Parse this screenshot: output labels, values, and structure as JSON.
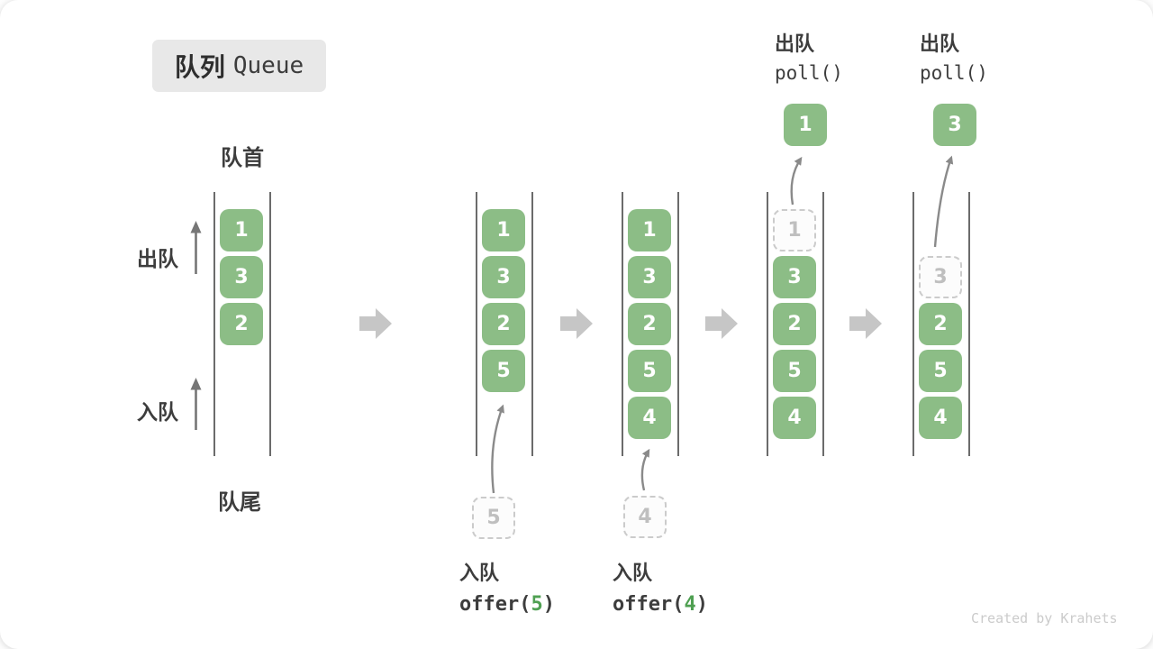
{
  "title": {
    "zh": "队列",
    "en": "Queue"
  },
  "labels": {
    "front": "队首",
    "rear": "队尾",
    "dequeue": "出队",
    "enqueue": "入队"
  },
  "poll_header": {
    "zh": "出队",
    "code": "poll()"
  },
  "enqueue_ops": [
    {
      "zh": "入队",
      "prefix": "offer(",
      "num": "5",
      "suffix": ")"
    },
    {
      "zh": "入队",
      "prefix": "offer(",
      "num": "4",
      "suffix": ")"
    }
  ],
  "watermark": "Created by Krahets",
  "columns": [
    {
      "cells": [
        {
          "slot": 1,
          "value": "1",
          "kind": "solid"
        },
        {
          "slot": 2,
          "value": "3",
          "kind": "solid"
        },
        {
          "slot": 3,
          "value": "2",
          "kind": "solid"
        }
      ]
    },
    {
      "cells": [
        {
          "slot": 1,
          "value": "1",
          "kind": "solid"
        },
        {
          "slot": 2,
          "value": "3",
          "kind": "solid"
        },
        {
          "slot": 3,
          "value": "2",
          "kind": "solid"
        },
        {
          "slot": 4,
          "value": "5",
          "kind": "solid"
        }
      ],
      "pending": "5"
    },
    {
      "cells": [
        {
          "slot": 1,
          "value": "1",
          "kind": "solid"
        },
        {
          "slot": 2,
          "value": "3",
          "kind": "solid"
        },
        {
          "slot": 3,
          "value": "2",
          "kind": "solid"
        },
        {
          "slot": 4,
          "value": "5",
          "kind": "solid"
        },
        {
          "slot": 5,
          "value": "4",
          "kind": "solid"
        }
      ],
      "pending": "4"
    },
    {
      "cells": [
        {
          "slot": 1,
          "value": "1",
          "kind": "ghost"
        },
        {
          "slot": 2,
          "value": "3",
          "kind": "solid"
        },
        {
          "slot": 3,
          "value": "2",
          "kind": "solid"
        },
        {
          "slot": 4,
          "value": "5",
          "kind": "solid"
        },
        {
          "slot": 5,
          "value": "4",
          "kind": "solid"
        }
      ],
      "popped": "1"
    },
    {
      "cells": [
        {
          "slot": 2,
          "value": "3",
          "kind": "ghost"
        },
        {
          "slot": 3,
          "value": "2",
          "kind": "solid"
        },
        {
          "slot": 4,
          "value": "5",
          "kind": "solid"
        },
        {
          "slot": 5,
          "value": "4",
          "kind": "solid"
        }
      ],
      "popped": "3"
    }
  ],
  "colors": {
    "green": "#8cbd86",
    "code_green": "#4fa052",
    "arrow_gray": "#c6c6c6",
    "line_gray": "#8a8a8a"
  }
}
